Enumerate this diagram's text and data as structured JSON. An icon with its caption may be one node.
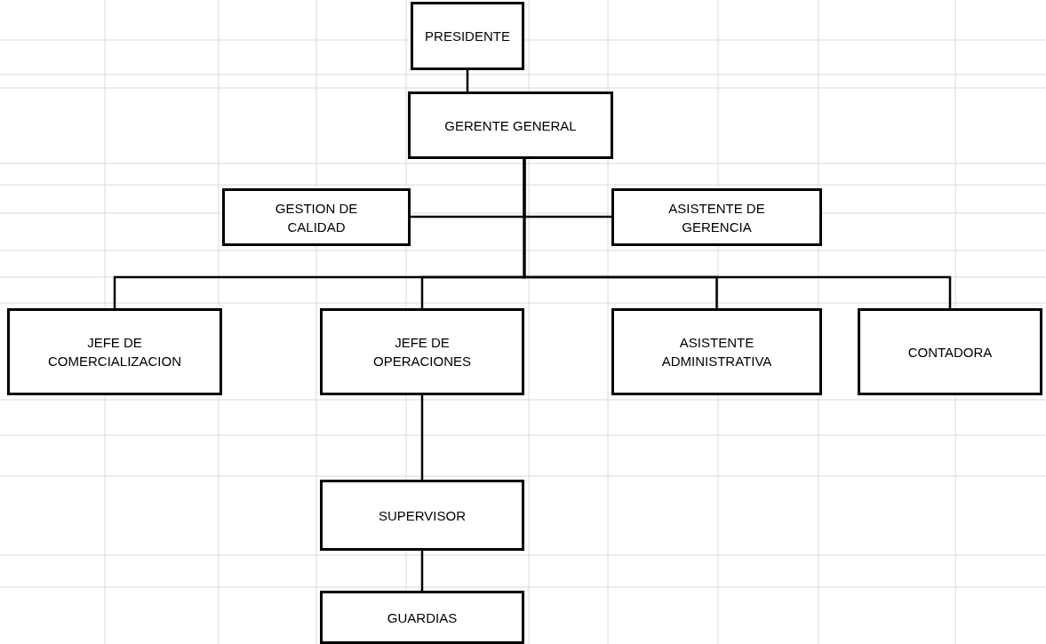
{
  "diagram": {
    "nodes": [
      {
        "text": [
          "PRESIDENTE"
        ]
      },
      {
        "text": [
          "GERENTE GENERAL"
        ]
      },
      {
        "text": [
          "GESTION DE CALIDAD"
        ]
      },
      {
        "text": [
          "ASISTENTE DE GERENCIA"
        ]
      },
      {
        "text": [
          "JEFE DE COMERCIALIZACION"
        ]
      },
      {
        "text": [
          "JEFE DE OPERACIONES"
        ]
      },
      {
        "text": [
          "ASISTENTE ADMINISTRATIVA"
        ]
      },
      {
        "text": [
          "CONTADORA"
        ]
      },
      {
        "text": [
          "SUPERVISOR"
        ]
      },
      {
        "text": [
          "GUARDIAS"
        ]
      }
    ],
    "edges": [
      {
        "from": 0,
        "to": 1,
        "arrow": "none"
      },
      {
        "from": 1,
        "to": 2,
        "arrow": "none"
      },
      {
        "from": 1,
        "to": 3,
        "arrow": "none"
      },
      {
        "from": 1,
        "to": 4,
        "arrow": "none"
      },
      {
        "from": 1,
        "to": 5,
        "arrow": "none"
      },
      {
        "from": 1,
        "to": 6,
        "arrow": "none"
      },
      {
        "from": 1,
        "to": 7,
        "arrow": "none"
      },
      {
        "from": 5,
        "to": 8,
        "arrow": "none"
      },
      {
        "from": 8,
        "to": 9,
        "arrow": "none"
      }
    ]
  }
}
